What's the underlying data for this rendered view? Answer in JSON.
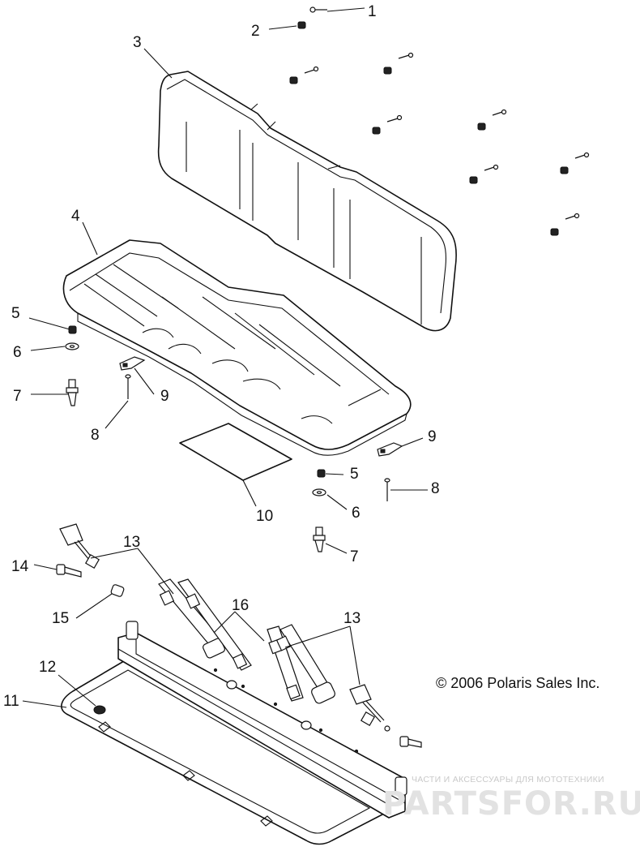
{
  "callouts": [
    {
      "id": "c1",
      "text": "1"
    },
    {
      "id": "c2",
      "text": "2"
    },
    {
      "id": "c3",
      "text": "3"
    },
    {
      "id": "c4",
      "text": "4"
    },
    {
      "id": "c5a",
      "text": "5"
    },
    {
      "id": "c6a",
      "text": "6"
    },
    {
      "id": "c7a",
      "text": "7"
    },
    {
      "id": "c8a",
      "text": "8"
    },
    {
      "id": "c9a",
      "text": "9"
    },
    {
      "id": "c9b",
      "text": "9"
    },
    {
      "id": "c5b",
      "text": "5"
    },
    {
      "id": "c8b",
      "text": "8"
    },
    {
      "id": "c6b",
      "text": "6"
    },
    {
      "id": "c10",
      "text": "10"
    },
    {
      "id": "c7b",
      "text": "7"
    },
    {
      "id": "c13a",
      "text": "13"
    },
    {
      "id": "c14",
      "text": "14"
    },
    {
      "id": "c15",
      "text": "15"
    },
    {
      "id": "c16",
      "text": "16"
    },
    {
      "id": "c13b",
      "text": "13"
    },
    {
      "id": "c12",
      "text": "12"
    },
    {
      "id": "c11",
      "text": "11"
    }
  ],
  "copyright": "© 2006 Polaris Sales Inc.",
  "watermark": {
    "tagline": "ЧАСТИ И АКСЕССУАРЫ ДЛЯ МОТОТЕХНИКИ",
    "logo": "PARTSFOR.RU"
  }
}
